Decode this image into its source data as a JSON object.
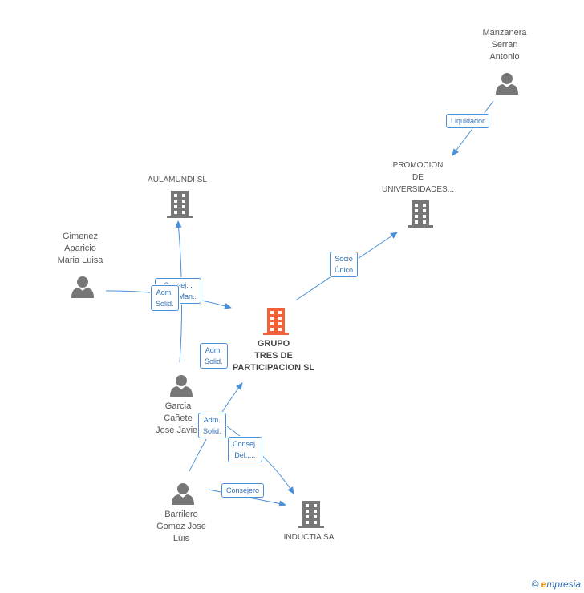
{
  "nodes": {
    "grupo": [
      "GRUPO",
      "TRES DE",
      "PARTICIPACION SL"
    ],
    "aulamundi": [
      "AULAMUNDI SL"
    ],
    "promocion": [
      "PROMOCION",
      "DE",
      "UNIVERSIDADES..."
    ],
    "inductia": [
      "INDUCTIA SA"
    ],
    "manzanera": [
      "Manzanera",
      "Serran",
      "Antonio"
    ],
    "gimenez": [
      "Gimenez",
      "Aparicio",
      "Maria Luisa"
    ],
    "garcia": [
      "Garcia",
      "Cañete",
      "Jose Javier"
    ],
    "barrilero": [
      "Barrilero",
      "Gomez Jose",
      "Luis"
    ]
  },
  "edges": {
    "liquidador": [
      "Liquidador"
    ],
    "socio_unico": [
      "Socio",
      "Único"
    ],
    "consej_gimenez": [
      "Consej. ,",
      "Adm. Man.."
    ],
    "adm_solid_gimenez": [
      "Adm.",
      "Solid."
    ],
    "adm_solid_garcia": [
      "Adm.",
      "Solid."
    ],
    "adm_solid_barrilero": [
      "Adm.",
      "Solid."
    ],
    "consej_del": [
      "Consej.",
      "Del.,..."
    ],
    "consejero": [
      "Consejero"
    ]
  },
  "footer": {
    "copyright": "©",
    "brand_e": "e",
    "brand_rest": "mpresia"
  },
  "colors": {
    "company": "#777777",
    "main_company": "#f0623a",
    "person": "#777777",
    "edge": "#4a90d9"
  }
}
